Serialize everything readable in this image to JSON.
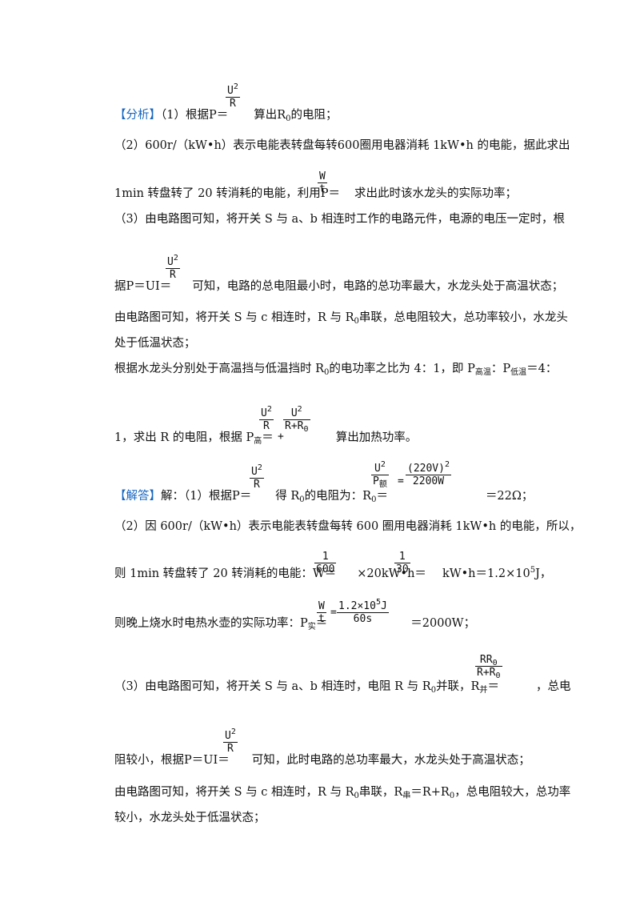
{
  "analysis": {
    "tag": "【分析】",
    "p1": {
      "a": "（1）根据P＝",
      "f_num": "U",
      "f_sup": "2",
      "f_den": "R",
      "b": "算出R",
      "b_sub": "0",
      "c": "的电阻；"
    },
    "p2": "（2）600r/（kW•h）表示电能表转盘每转600圈用电器消耗 1kW•h 的电能，据此求出",
    "p3": {
      "a": "1min 转盘转了 20 转消耗的电能，利用P＝",
      "f_num": "W",
      "f_den": "t",
      "b": "求出此时该水龙头的实际功率；"
    },
    "p4": "（3）由电路图可知，将开关 S 与 a、b 相连时工作的电路元件，电源的电压一定时，根",
    "p5": {
      "a": "据P＝UI＝",
      "f_num": "U",
      "f_sup": "2",
      "f_den": "R",
      "b": "可知，电路的总电阻最小时，电路的总功率最大，水龙头处于高温状态；"
    },
    "p6": {
      "a": "由电路图可知，将开关 S 与 c 相连时，R 与 R",
      "a_sub": "0",
      "b": "串联，总电阻较大，总功率较小，水龙头"
    },
    "p7": "处于低温状态；",
    "p8": {
      "a": "根据水龙头分别处于高温挡与低温挡时 R",
      "a_sub": "0",
      "b": "的电功率之比为 4：1，即 P",
      "b_sub": "高温",
      "c": "：P",
      "c_sub": "低温",
      "d": "＝4："
    },
    "p9": {
      "a": "1，求出 R 的电阻，根据 P",
      "a_sub": "高",
      "b": "＝",
      "f1_num": "U",
      "f1_sup": "2",
      "f1_den": "R",
      "plus": "+",
      "f2_num": "U",
      "f2_sup": "2",
      "f2_den": "R+R",
      "f2_den_sub": "0",
      "c": "算出加热功率。"
    }
  },
  "solution": {
    "tag": "【解答】",
    "s1": {
      "a": "解：（1）根据P＝",
      "f_num": "U",
      "f_sup": "2",
      "f_den": "R",
      "b": "得 R",
      "b_sub": "0",
      "c": "的电阻为：R",
      "c_sub": "0",
      "d": "＝",
      "f2_num": "U",
      "f2_sup": "2",
      "f2_den": "P",
      "f2_den_sub": "额",
      "eq": "=",
      "f3_num": "(220V)",
      "f3_sup": "2",
      "f3_den": "2200W",
      "e": "＝22Ω；"
    },
    "s2": "（2）因 600r/（kW•h）表示电能表转盘每转 600 圈用电器消耗 1kW•h 的电能，所以，",
    "s3": {
      "a": "则 1min 转盘转了 20 转消耗的电能：W＝",
      "f1_num": "1",
      "f1_den": "600",
      "b": "×20kW•h＝",
      "f2_num": "1",
      "f2_den": "30",
      "c": "kW•h＝1.2×10",
      "c_sup": "5",
      "d": "J，"
    },
    "s4": {
      "a": "则晚上烧水时电热水壶的实际功率：P",
      "a_sub": "实",
      "b": "＝",
      "f1_num": "W",
      "f1_den": "t",
      "eq": "=",
      "f2_num": "1.2×10",
      "f2_sup": "5",
      "f2_num_b": "J",
      "f2_den": "60s",
      "c": "＝2000W；"
    },
    "s5": {
      "a": "（3）由电路图可知，将开关 S 与 a、b 相连时，电阻 R 与 R",
      "a_sub": "0",
      "b": "并联，R",
      "b_sub": "并",
      "c": "＝",
      "f_num": "RR",
      "f_num_sub": "0",
      "f_den": "R+R",
      "f_den_sub": "0",
      "d": "，总电"
    },
    "s6": {
      "a": "阻较小，根据P＝UI＝",
      "f_num": "U",
      "f_sup": "2",
      "f_den": "R",
      "b": "可知，此时电路的总功率最大，水龙头处于高温状态；"
    },
    "s7": {
      "a": "由电路图可知，将开关 S 与 c 相连时，R 与 R",
      "a_sub": "0",
      "b": "串联，R",
      "b_sub": "串",
      "c": "＝R+R",
      "c_sub": "0",
      "d": "，总电阻较大，总功率"
    },
    "s8": "较小，水龙头处于低温状态；"
  }
}
